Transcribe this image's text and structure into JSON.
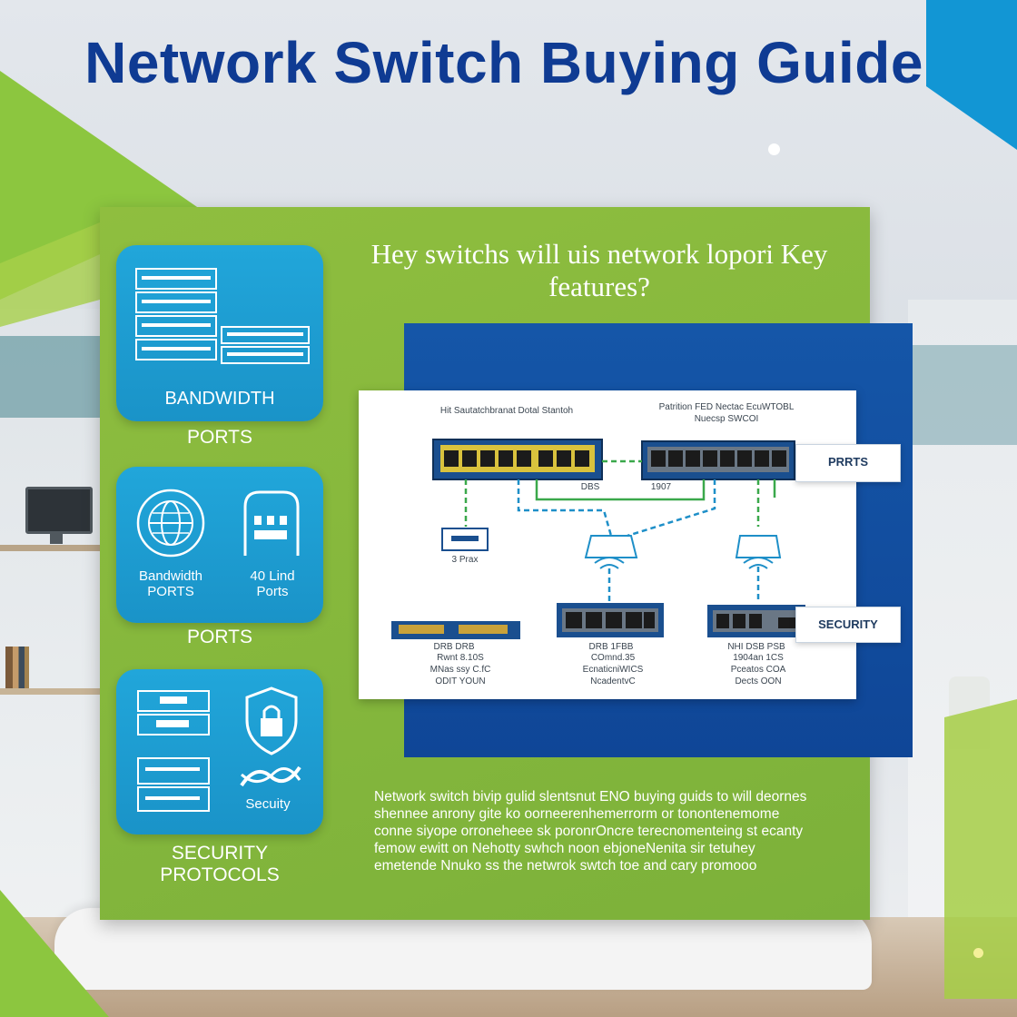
{
  "title": "Network Switch Buying Guide",
  "headline": "Hey switchs will uis network lopori Key features?",
  "cards": [
    {
      "label": "BANDWIDTH",
      "below": "PORTS"
    },
    {
      "sub_left": "Bandwidth PORTS",
      "sub_right": "40 Lind Ports",
      "below": "PORTS"
    },
    {
      "sub_right": "Secuity",
      "below": "SECURITY PROTOCOLS"
    }
  ],
  "diagram": {
    "top_left_caption": "Hit Sautatchbranat Dotal Stantoh",
    "top_right_caption": "Patrition FED Nectac EcuWTOBL Nuecsp SWCOI",
    "callout_ports": "PRRTS",
    "callout_security": "SECURITY",
    "device_small_label": "3 Prax",
    "switch_left_ports": "DBS",
    "switch_right_ports": "1907",
    "bottom_left_ports": "DRB  DRB",
    "bottom_mid_ports": "DRB  1FBB",
    "bottom_right_ports": "NHI  DSB  PSB",
    "bottom_left_caption": "Rwnt 8.10S\nMNas ssy C.fC\nODIT YOUN",
    "bottom_mid_caption": "COmnd.35\nEcnaticniWICS\nNcadentvC",
    "bottom_right_caption": "1904an 1CS\nPceatos COA\nDects OON"
  },
  "body_text": "Network switch bivip gulid slentsnut ENO buying guids to will deornes shennee anrony gite ko oorneerenhemerrorm or tonontenemome conne siyope orroneheee sk poronrOncre terecnomenteing st ecanty femow ewitt on Nehotty swhch noon ebjoneNenita sir tetuhey emetende Nnuko ss the netwrok swtch toe and cary promooo",
  "colors": {
    "title": "#0f3b93",
    "panel": "#7cb13a",
    "card": "#1b9ad0",
    "board": "#1250a0",
    "accent_green": "#8cc63f"
  }
}
